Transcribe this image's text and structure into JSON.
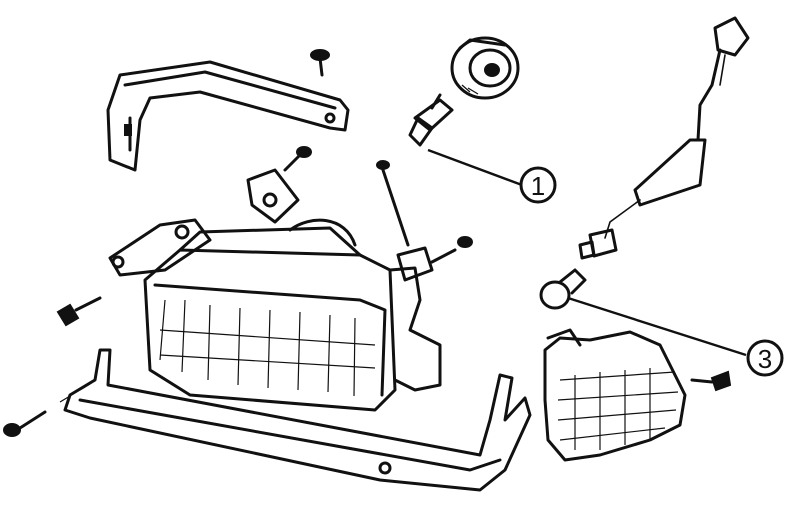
{
  "callouts": [
    {
      "id": "callout-1",
      "label": "1"
    },
    {
      "id": "callout-3",
      "label": "3"
    }
  ],
  "ink_color": "#111111",
  "background_color": "#ffffff"
}
